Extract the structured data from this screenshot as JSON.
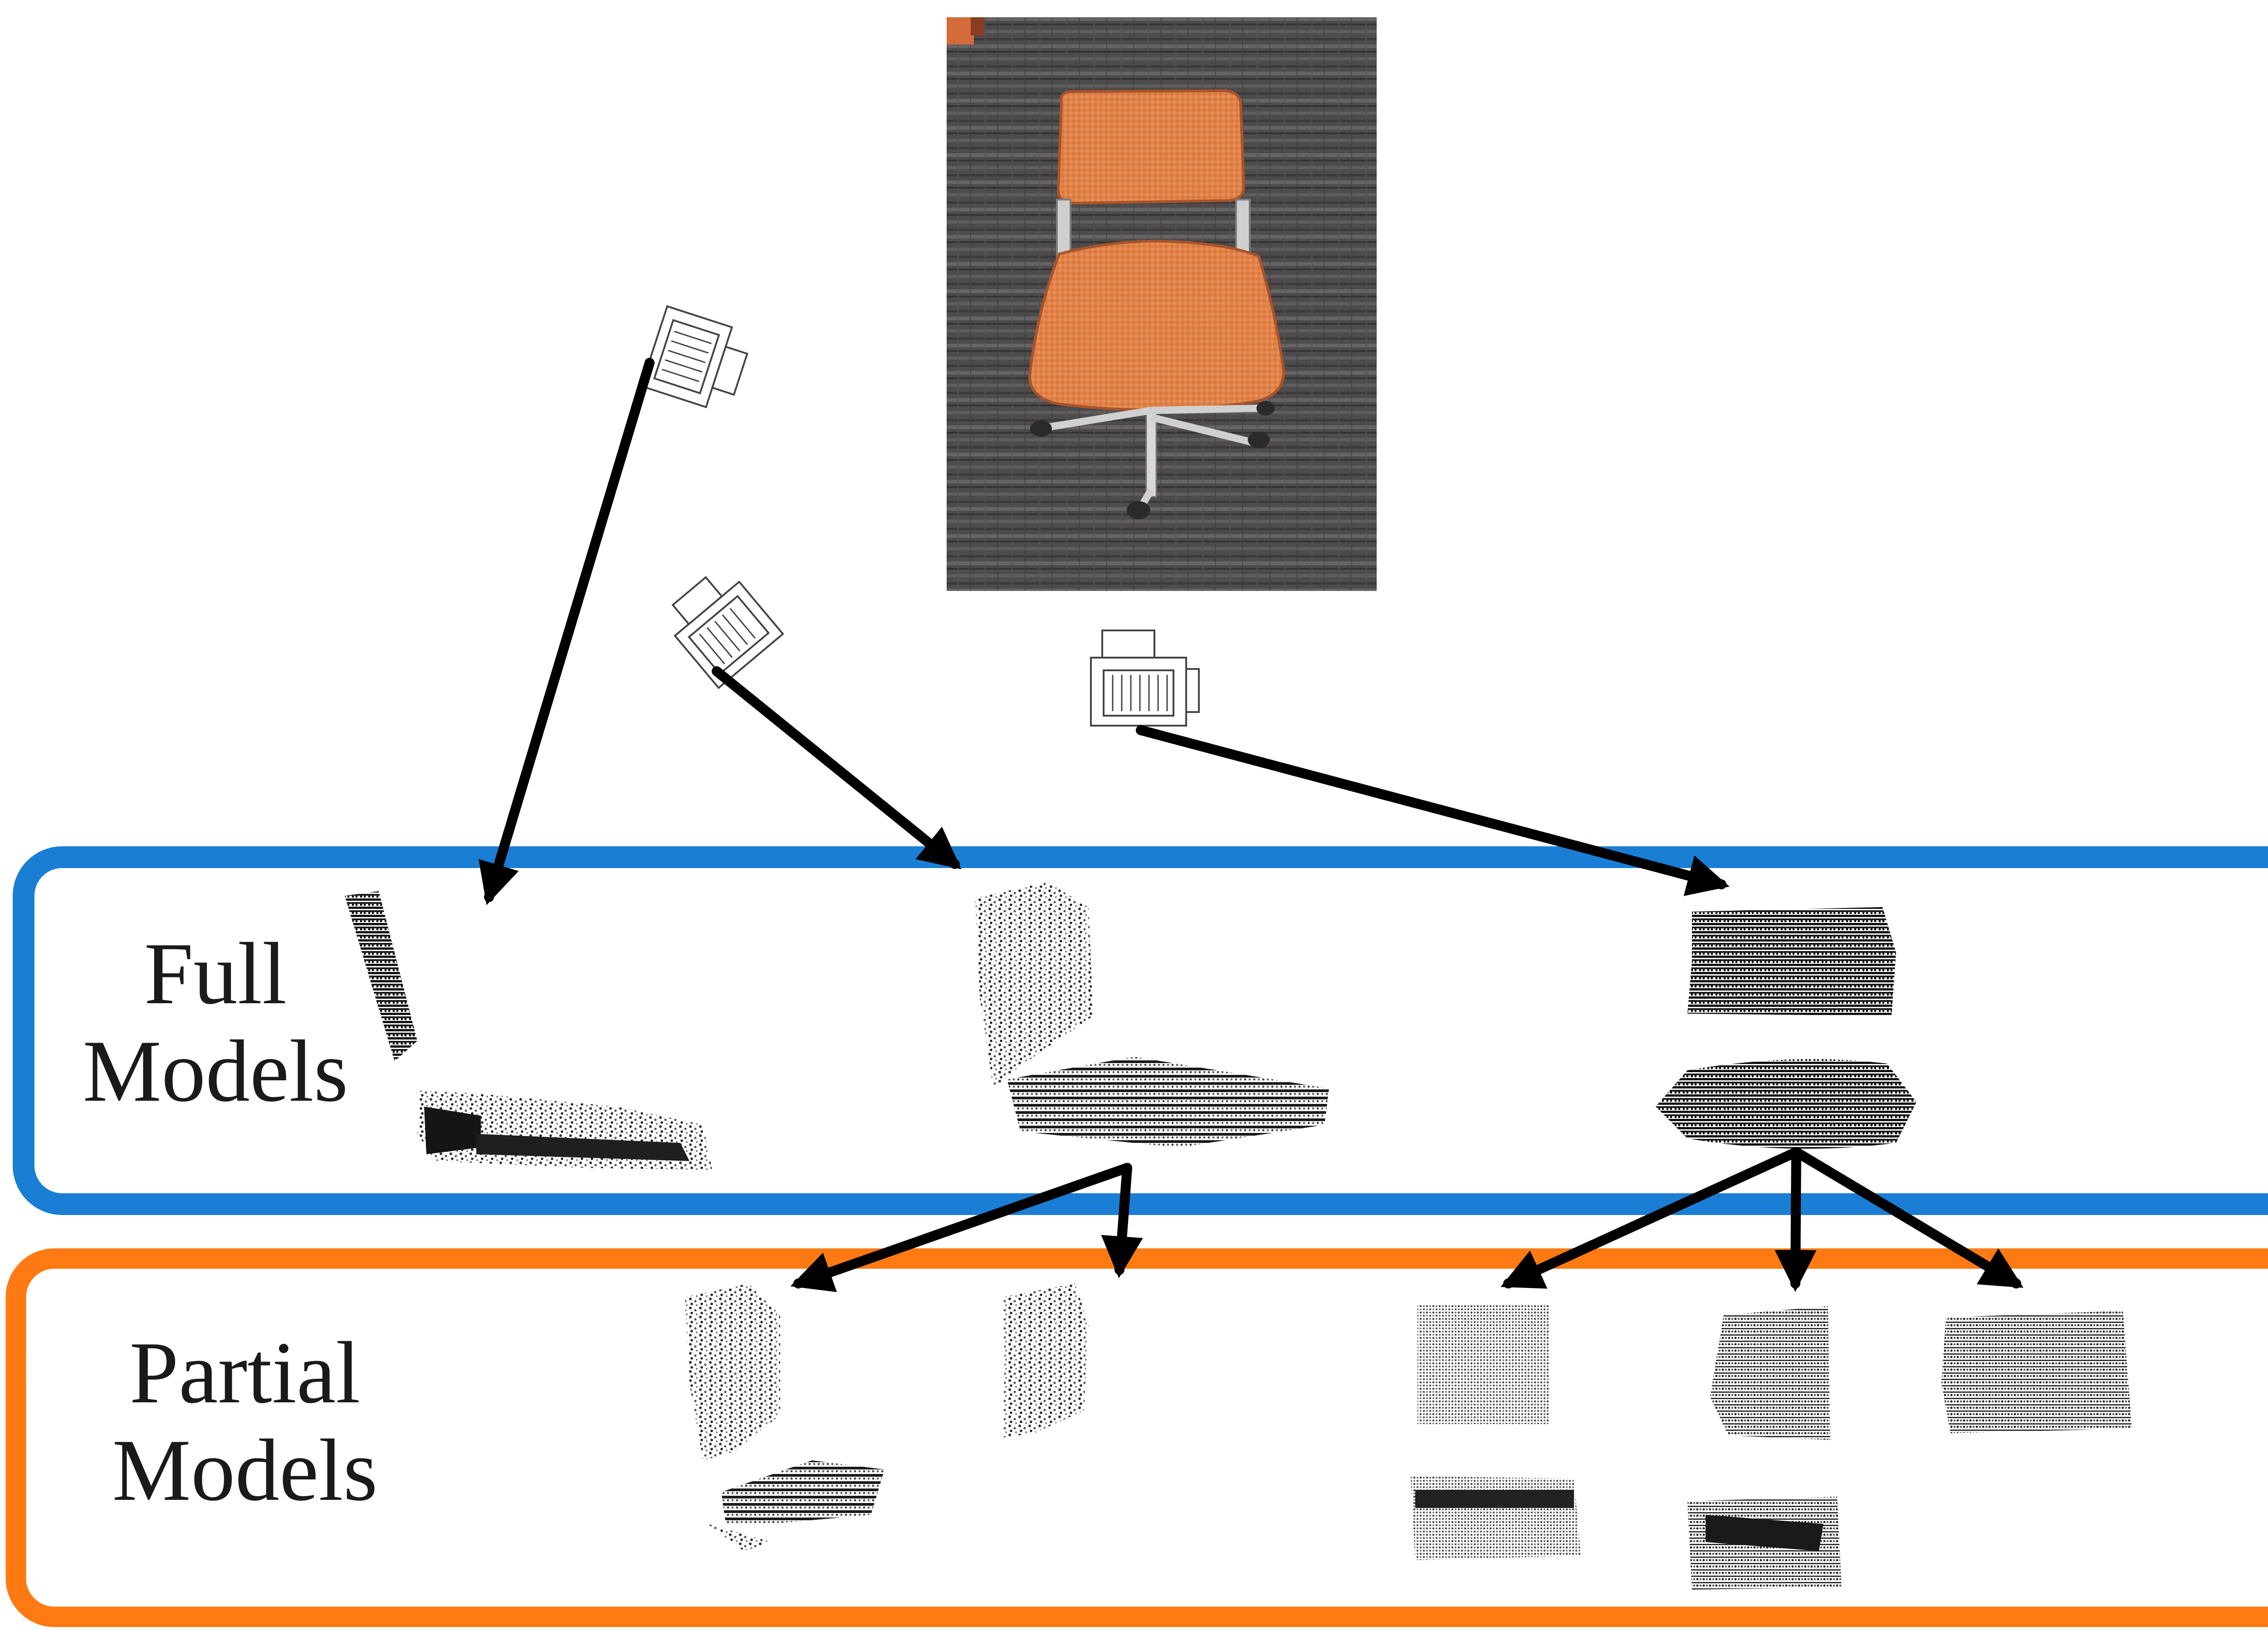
{
  "full_models": {
    "label_line1": "Full",
    "label_line2": "Models",
    "border_color": "#1a7fd4"
  },
  "partial_models": {
    "label_line1": "Partial",
    "label_line2": "Models",
    "border_color": "#ff7a12"
  },
  "photo": {
    "subject": "orange office chair on carpet",
    "chair_color": "#e0824a",
    "carpet_color": "#4a4848"
  },
  "icons": [
    "camera-icon",
    "camera-icon",
    "camera-icon"
  ],
  "arrow_color": "#000000"
}
